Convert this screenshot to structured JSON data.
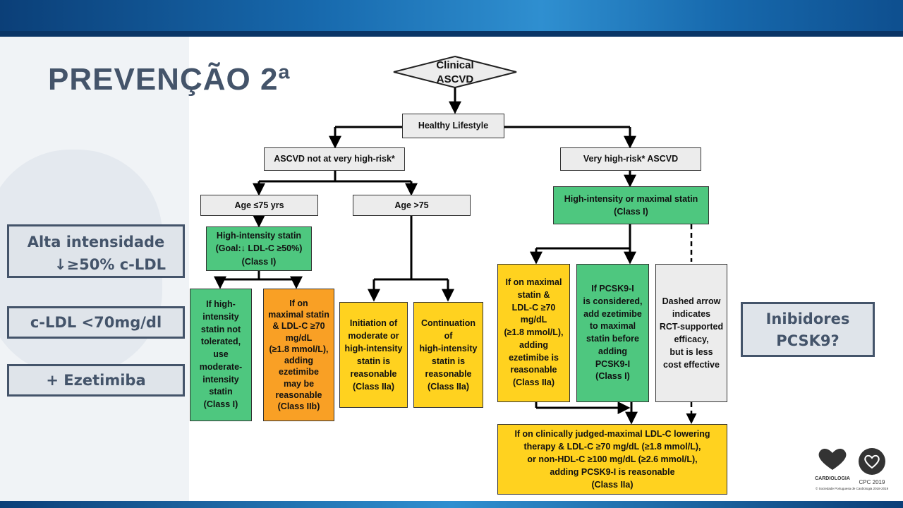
{
  "slide": {
    "title": "PREVENÇÃO 2ª"
  },
  "side_notes": {
    "high_intensity": [
      "Alta intensidade",
      "↓≥50% c-LDL"
    ],
    "ldl_target": "c-LDL <70mg/dl",
    "ezetimibe": "+ Ezetimiba",
    "pcsk9": [
      "Inibidores",
      "PCSK9?"
    ]
  },
  "flowchart": {
    "start": [
      "Clinical",
      "ASCVD"
    ],
    "lifestyle": "Healthy Lifestyle",
    "not_very_high": "ASCVD not at very high-risk*",
    "very_high": "Very high-risk* ASCVD",
    "age_le75": "Age ≤75 yrs",
    "age_gt75": "Age >75",
    "hi_statin_goal": [
      "High-intensity statin",
      "(Goal:↓ LDL-C ≥50%)",
      "(Class I)"
    ],
    "hi_or_max_statin": [
      "High-intensity or maximal statin",
      "(Class I)"
    ],
    "not_tolerated": [
      "If high-",
      "intensity",
      "statin not",
      "tolerated,",
      "use",
      "moderate-",
      "intensity",
      "statin",
      "(Class I)"
    ],
    "max_statin_b": [
      "If on",
      "maximal statin",
      "& LDL-C ≥70",
      "mg/dL",
      "(≥1.8 mmol/L),",
      "adding",
      "ezetimibe",
      "may be",
      "reasonable",
      "(Class IIb)"
    ],
    "initiation": [
      "Initiation of",
      "moderate or",
      "high-intensity",
      "statin is",
      "reasonable",
      "(Class IIa)"
    ],
    "continuation": [
      "Continuation",
      "of",
      "high-intensity",
      "statin is",
      "reasonable",
      "(Class IIa)"
    ],
    "max_statin_a": [
      "If on maximal",
      "statin &",
      "LDL-C ≥70",
      "mg/dL",
      "(≥1.8 mmol/L),",
      "adding",
      "ezetimibe is",
      "reasonable",
      "(Class IIa)"
    ],
    "pcsk9_considered": [
      "If PCSK9-I",
      "is considered,",
      "add ezetimibe",
      "to maximal",
      "statin before",
      "adding",
      "PCSK9-I",
      "(Class I)"
    ],
    "dashed_note": [
      "Dashed arrow",
      "indicates",
      "RCT-supported",
      "efficacy,",
      "but is less",
      "cost effective"
    ],
    "final": [
      "If on clinically judged-maximal LDL-C lowering",
      "therapy & LDL-C ≥70 mg/dL (≥1.8 mmol/L),",
      "or non-HDL-C ≥100 mg/dL (≥2.6 mmol/L),",
      "adding PCSK9-I is reasonable",
      "(Class IIa)"
    ]
  },
  "logos": {
    "spc_name": "CARDIOLOGIA",
    "spc_caption": "© Sociedade Portuguesa de Cardiologia 2018-2019",
    "cpc": "CPC 2019"
  },
  "colors": {
    "green": "#4ec77f",
    "yellow": "#ffd21f",
    "orange": "#f9a025",
    "grey": "#ececec",
    "title": "#44546a"
  }
}
